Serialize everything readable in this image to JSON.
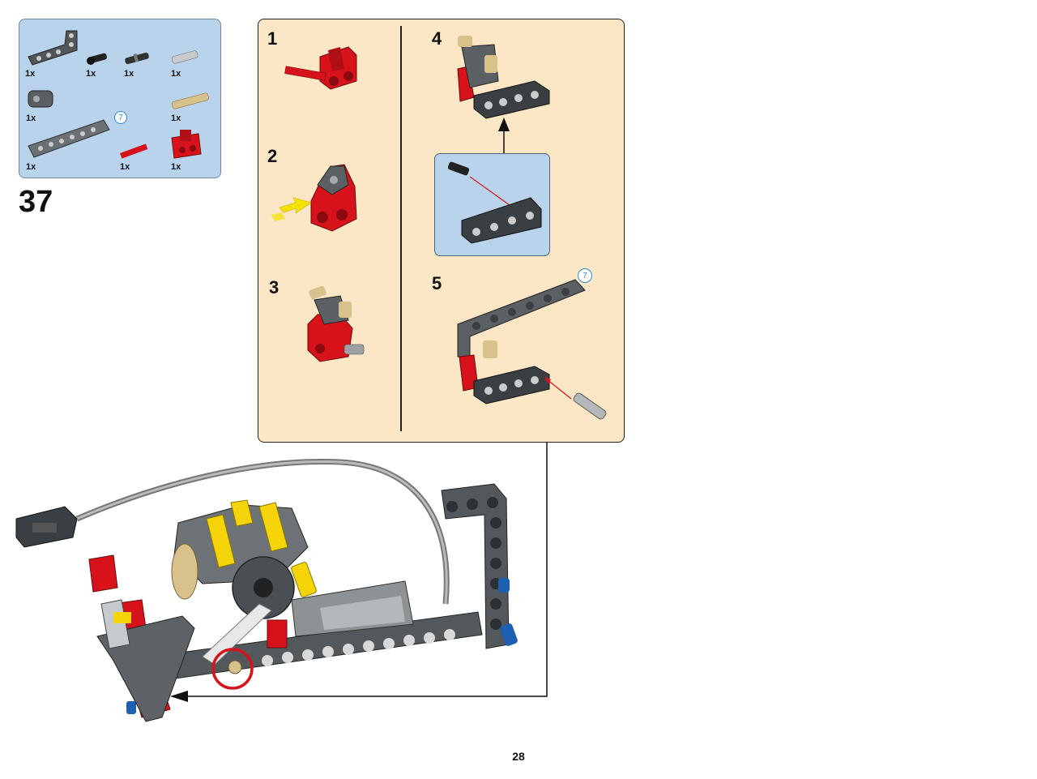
{
  "parts_list": {
    "items": [
      {
        "name": "bent-liftarm-dark-grey",
        "qty": "1x"
      },
      {
        "name": "axle-pin-black",
        "qty": "1x"
      },
      {
        "name": "pin-black",
        "qty": "1x"
      },
      {
        "name": "axle-pin-light-grey",
        "qty": "1x"
      },
      {
        "name": "connector-dark-grey",
        "qty": "1x"
      },
      {
        "name": "liftarm-7-dark-grey",
        "qty": "1x",
        "badge": "7"
      },
      {
        "name": "long-pin-tan",
        "qty": "1x"
      },
      {
        "name": "axle-red",
        "qty": "1x"
      },
      {
        "name": "u-connector-red",
        "qty": "1x"
      }
    ]
  },
  "step": {
    "number": "37"
  },
  "substeps": [
    {
      "number": "1"
    },
    {
      "number": "2"
    },
    {
      "number": "3"
    },
    {
      "number": "4"
    },
    {
      "number": "5",
      "badge": "7"
    }
  ],
  "page": {
    "number": "28"
  },
  "colors": {
    "parts_background": "#b9d3ec",
    "substep_background": "#fbe6c6",
    "lego_red": "#d8121a",
    "lego_dark_grey": "#555b5f",
    "lego_yellow": "#f5d40a",
    "lego_tan": "#d8c18a",
    "lego_blue": "#1d5fb0"
  }
}
